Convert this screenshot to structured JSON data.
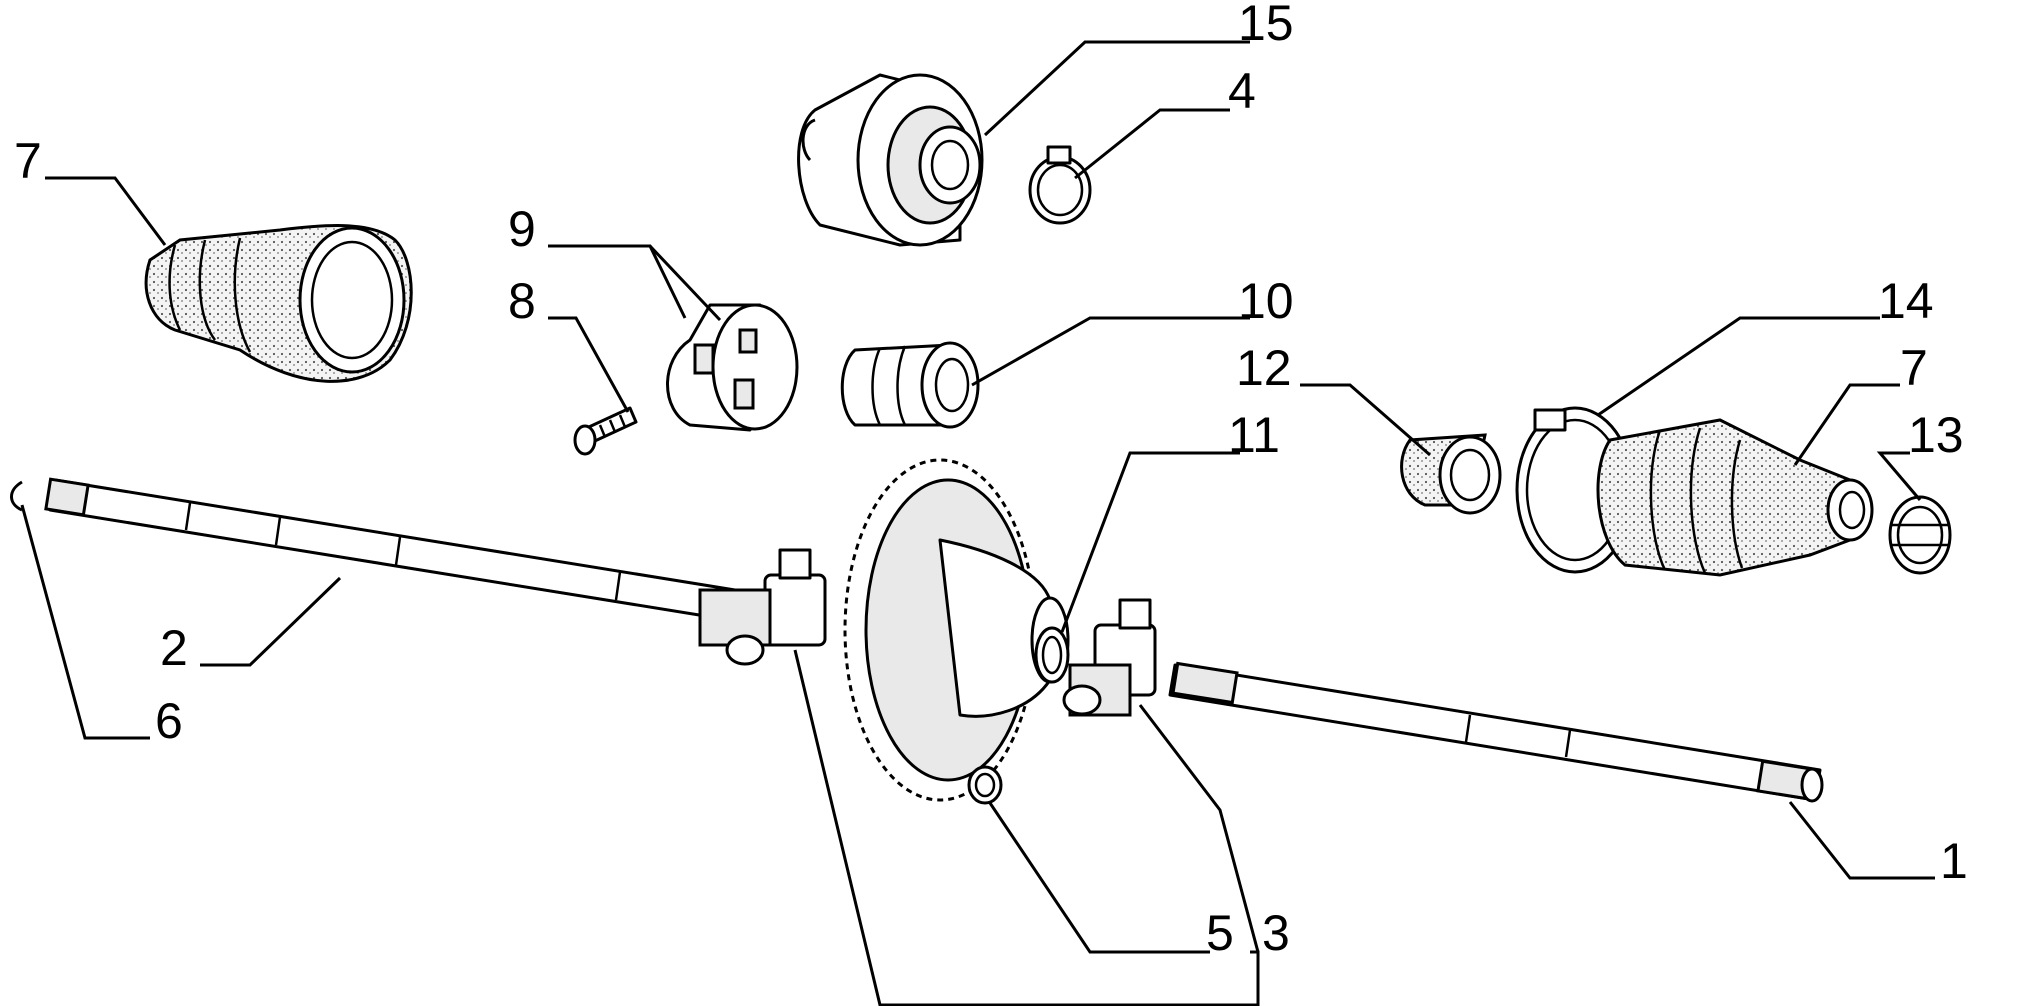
{
  "callouts": {
    "c15": "15",
    "c4": "4",
    "c7a": "7",
    "c9": "9",
    "c8": "8",
    "c10": "10",
    "c14": "14",
    "c12": "12",
    "c7b": "7",
    "c11": "11",
    "c13": "13",
    "c2": "2",
    "c6": "6",
    "c1": "1",
    "c5": "5",
    "c3": "3"
  },
  "colors": {
    "line": "#000000",
    "background": "#ffffff",
    "shade": "#e9e9e9"
  }
}
